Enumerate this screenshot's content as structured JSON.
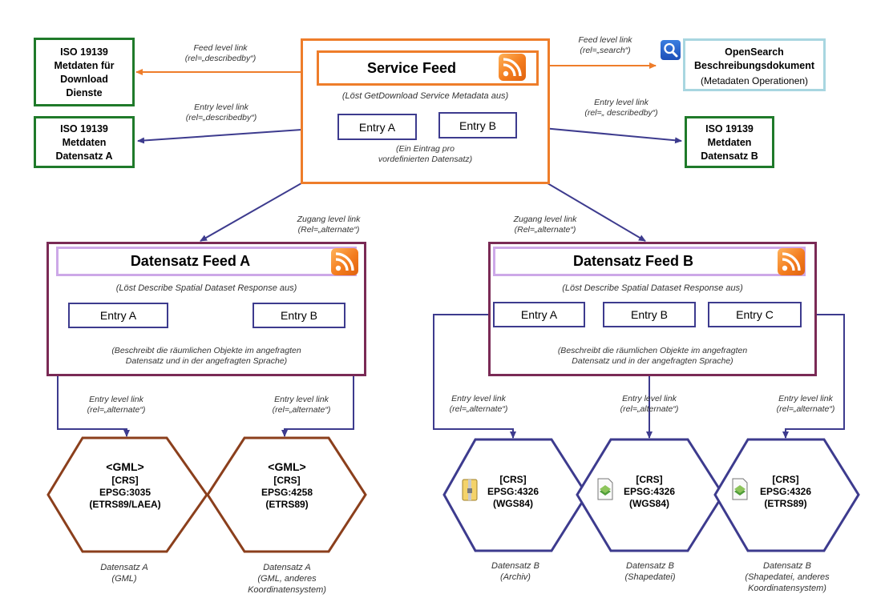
{
  "top": {
    "iso_left_meta": "ISO 19139\nMetdaten für\nDownload\nDienste",
    "iso_left_dataset_a": "ISO 19139\nMetdaten\nDatensatz A",
    "iso_right_dataset_b": "ISO 19139\nMetdaten\nDatensatz B",
    "opensearch_title": "OpenSearch\nBeschreibungsdokument",
    "opensearch_sub": "(Metadaten Operationen)",
    "feed_link_left": "Feed level link\n(rel=„describedby“)",
    "feed_link_right": "Feed level link\n(rel=„search“)",
    "entry_link_left": "Entry level link\n(rel=„describedby“)",
    "entry_link_right": "Entry level link\n(rel=„ describedby“)"
  },
  "service_feed": {
    "title": "Service Feed",
    "subtitle": "(Löst GetDownload Service Metadata aus)",
    "entry_a": "Entry A",
    "entry_b": "Entry B",
    "note": "(Ein Eintrag pro\nvordefinierten Datensatz)"
  },
  "zugang_left": "Zugang level link\n(Rel=„alternate“)",
  "zugang_right": "Zugang level link\n(Rel=„alternate“)",
  "feed_a": {
    "title": "Datensatz Feed A",
    "subtitle": "(Löst Describe Spatial Dataset Response aus)",
    "entry_a": "Entry A",
    "entry_b": "Entry B",
    "desc": "(Beschreibt die räumlichen Objekte im angefragten\nDatensatz und in der angefragten Sprache)"
  },
  "feed_b": {
    "title": "Datensatz Feed B",
    "subtitle": "(Löst Describe Spatial Dataset Response aus)",
    "entry_a": "Entry A",
    "entry_b": "Entry B",
    "entry_c": "Entry C",
    "desc": "(Beschreibt die räumlichen Objekte im angefragten\nDatensatz und in der angefragten Sprache)"
  },
  "entry_links": {
    "a1": "Entry level link\n(rel=„alternate“)",
    "a2": "Entry level link\n(rel=„alternate“)",
    "b1": "Entry level link\n(rel=„alternate“)",
    "b2": "Entry level link\n(rel=„alternate“)",
    "b3": "Entry level link\n(rel=„alternate“)"
  },
  "hexes": {
    "h1": {
      "line1": "<GML>",
      "body": "[CRS]\nEPSG:3035\n(ETRS89/LAEA)",
      "caption": "Datensatz A\n(GML)"
    },
    "h2": {
      "line1": "<GML>",
      "body": "[CRS]\nEPSG:4258\n(ETRS89)",
      "caption": "Datensatz A\n(GML, anderes\nKoordinatensystem)"
    },
    "h3": {
      "body": "[CRS]\nEPSG:4326\n(WGS84)",
      "caption": "Datensatz B\n(Archiv)"
    },
    "h4": {
      "body": "[CRS]\nEPSG:4326\n(WGS84)",
      "caption": "Datensatz B\n(Shapedatei)"
    },
    "h5": {
      "body": "[CRS]\nEPSG:4326\n(ETRS89)",
      "caption": "Datensatz B\n(Shapedatei, anderes\nKoordinatensystem)"
    }
  },
  "colors": {
    "orange": "#ee7d2a",
    "green": "#1f7a2a",
    "navy": "#3d3b8e",
    "brown": "#8b3f1c",
    "purple": "#7a2a55",
    "lightblue": "#a8d6e0"
  },
  "icons": [
    "rss-feed-icon",
    "search-icon",
    "archive-file-icon",
    "shapefile-icon"
  ]
}
